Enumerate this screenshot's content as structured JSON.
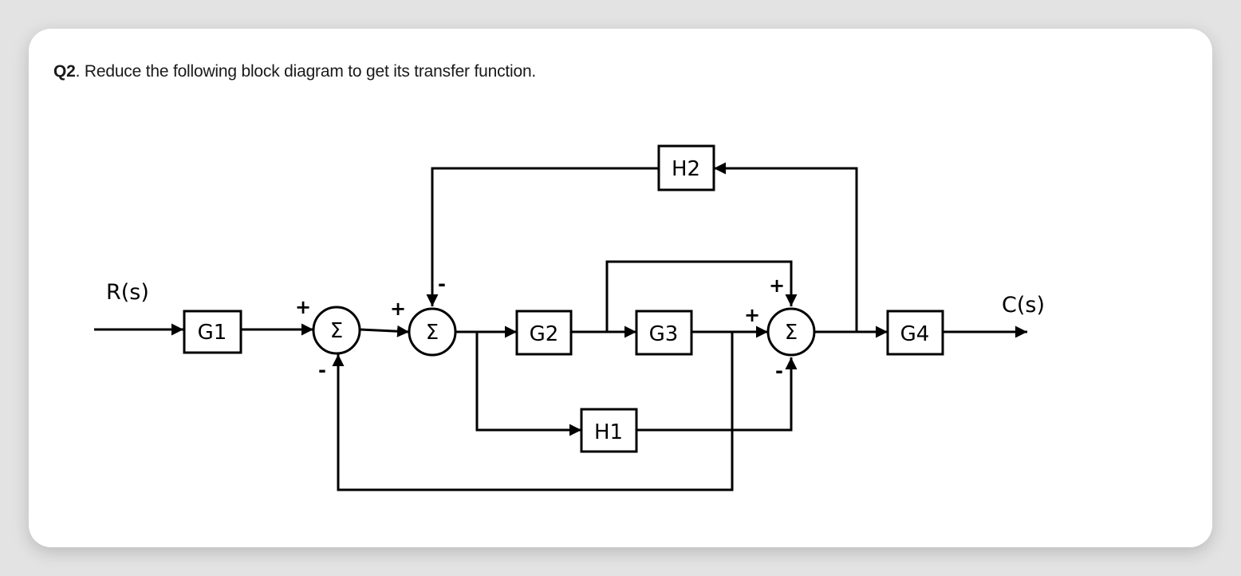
{
  "question": {
    "number": "Q2",
    "text": ". Reduce the following block diagram to get its transfer function."
  },
  "diagram": {
    "input_label": "R(s)",
    "output_label": "C(s)",
    "blocks": {
      "g1": "G1",
      "g2": "G2",
      "g3": "G3",
      "g4": "G4",
      "h1": "H1",
      "h2": "H2"
    },
    "summing_symbol": "Σ",
    "signs": {
      "s1_left": "+",
      "s1_bottom": "-",
      "s2_left": "+",
      "s2_top": "-",
      "s3_top": "+",
      "s3_left": "+",
      "s3_bottom": "-"
    }
  }
}
